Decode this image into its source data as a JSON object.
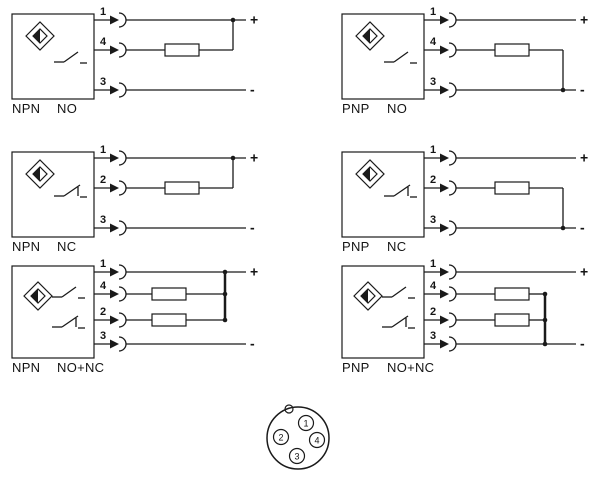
{
  "diagrams": [
    {
      "type": "NPN",
      "mode": "NO",
      "pins": [
        "1",
        "4",
        "3"
      ],
      "plus": "+",
      "minus": "-"
    },
    {
      "type": "PNP",
      "mode": "NO",
      "pins": [
        "1",
        "4",
        "3"
      ],
      "plus": "+",
      "minus": "-"
    },
    {
      "type": "NPN",
      "mode": "NC",
      "pins": [
        "1",
        "2",
        "3"
      ],
      "plus": "+",
      "minus": "-"
    },
    {
      "type": "PNP",
      "mode": "NC",
      "pins": [
        "1",
        "2",
        "3"
      ],
      "plus": "+",
      "minus": "-"
    },
    {
      "type": "NPN",
      "mode": "NO+NC",
      "pins": [
        "1",
        "4",
        "2",
        "3"
      ],
      "plus": "+",
      "minus": "-"
    },
    {
      "type": "PNP",
      "mode": "NO+NC",
      "pins": [
        "1",
        "4",
        "2",
        "3"
      ],
      "plus": "+",
      "minus": "-"
    }
  ],
  "connector": {
    "pins": [
      "1",
      "2",
      "3",
      "4"
    ]
  }
}
